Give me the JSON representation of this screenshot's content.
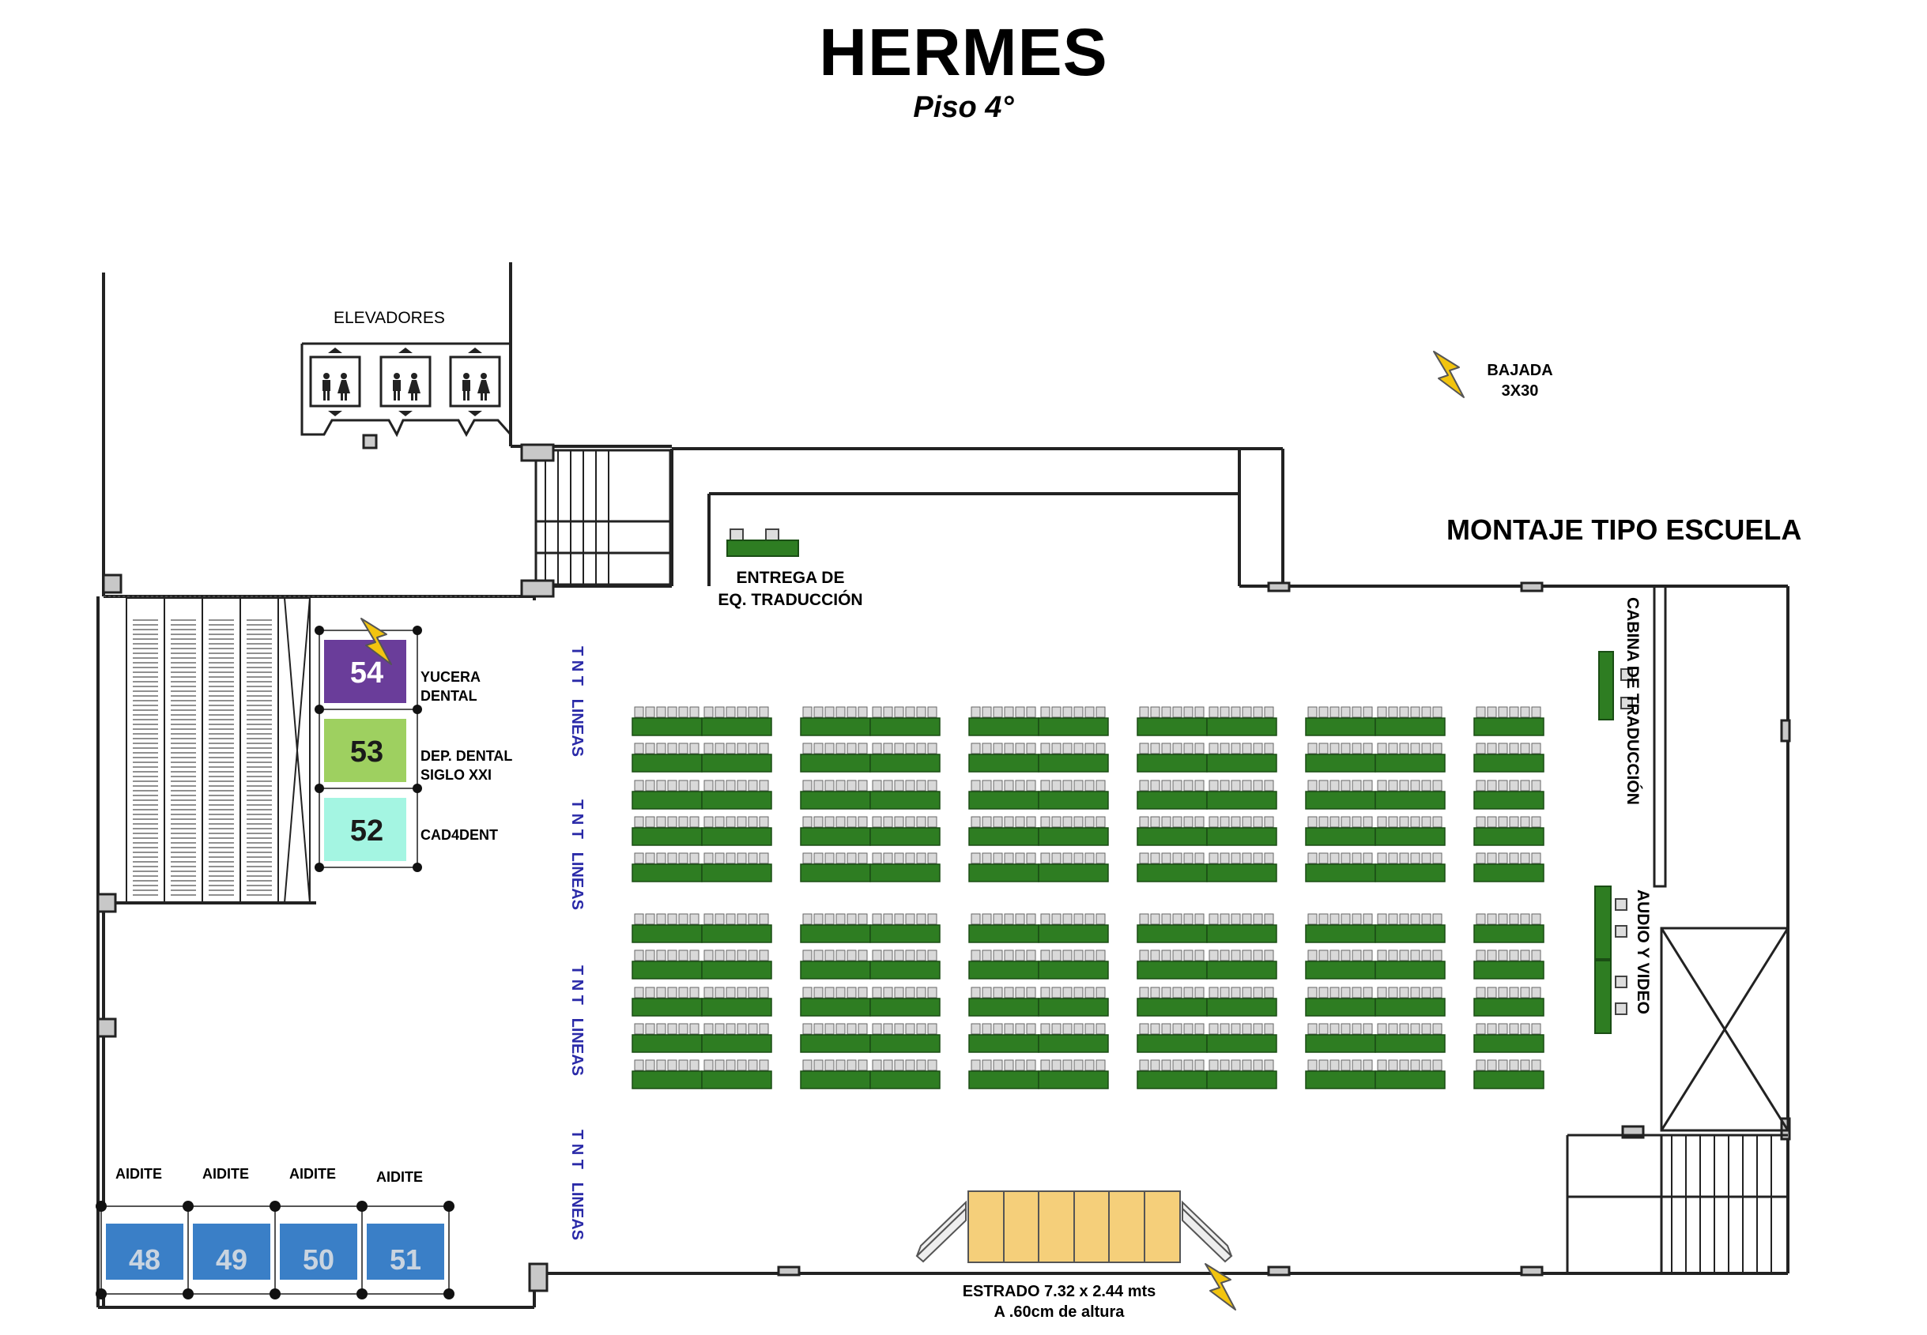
{
  "header": {
    "title": "HERMES",
    "subtitle": "Piso 4°"
  },
  "labels": {
    "elevators": "ELEVADORES",
    "power_drop_line1": "BAJADA",
    "power_drop_line2": "3X30",
    "layout_type": "MONTAJE TIPO ESCUELA",
    "translation_delivery_line1": "ENTREGA DE",
    "translation_delivery_line2": "EQ. TRADUCCIÓN",
    "translation_booth": "CABINA DE TRADUCCIÓN",
    "audio_video": "AUDIO Y VIDEO",
    "stage_line1": "ESTRADO 7.32 x 2.44 mts",
    "stage_line2": "A .60cm de altura",
    "aisle_label": "T N T   LINEAS"
  },
  "booths_vertical": [
    {
      "number": "54",
      "name_line1": "YUCERA",
      "name_line2": "DENTAL",
      "color": "#6a3d9a",
      "text_color": "#ffffff"
    },
    {
      "number": "53",
      "name_line1": "DEP. DENTAL",
      "name_line2": "SIGLO XXI",
      "color": "#9ed060",
      "text_color": "#1a1a1a"
    },
    {
      "number": "52",
      "name_line1": "CAD4DENT",
      "name_line2": "",
      "color": "#a4f5e2",
      "text_color": "#1a1a1a"
    }
  ],
  "booths_bottom": [
    {
      "number": "48",
      "name": "AIDITE",
      "color": "#3a7fc7"
    },
    {
      "number": "49",
      "name": "AIDITE",
      "color": "#3a7fc7"
    },
    {
      "number": "50",
      "name": "AIDITE",
      "color": "#3a7fc7"
    },
    {
      "number": "51",
      "name": "AIDITE",
      "color": "#3a7fc7"
    }
  ],
  "seating": {
    "blocks_per_row": 6,
    "rows_upper": 5,
    "rows_lower": 5,
    "table_color": "#2e7d22",
    "chair_color": "#d9d9d9",
    "last_block_half": true
  },
  "colors": {
    "walls": "#222222",
    "aisle_text": "#2a2aa8",
    "stage_fill": "#f5cf7a",
    "lightning": "#f2c40f"
  }
}
